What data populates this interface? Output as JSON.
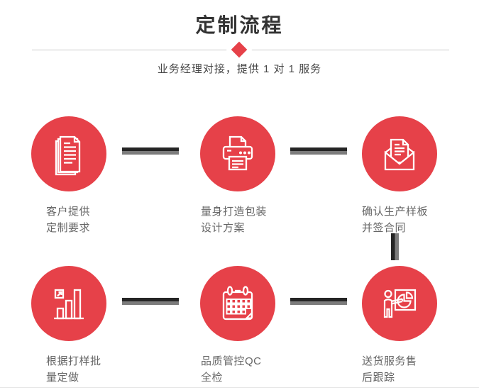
{
  "page": {
    "title": "定制流程",
    "subtitle": "业务经理对接，提供 1 对 1 服务"
  },
  "colors": {
    "accent_red": "#e64149",
    "title_text": "#333333",
    "subtitle_text": "#474747",
    "label_text": "#666666",
    "divider_line": "#cbcbcb",
    "connector_dark": "#252525",
    "connector_gray": "#7c7c7c"
  },
  "steps": [
    {
      "icon": "documents-icon",
      "line1": "客户提供",
      "line2": "定制要求"
    },
    {
      "icon": "printer-icon",
      "line1": "量身打造包装",
      "line2": "设计方案"
    },
    {
      "icon": "envelope-icon",
      "line1": "确认生产样板",
      "line2": "并签合同"
    },
    {
      "icon": "bar-chart-icon",
      "line1": "根据打样批",
      "line2": "量定做"
    },
    {
      "icon": "calendar-icon",
      "line1": "品质管控QC",
      "line2": "全检"
    },
    {
      "icon": "presenter-icon",
      "line1": "送货服务售",
      "line2": "后跟踪"
    }
  ]
}
